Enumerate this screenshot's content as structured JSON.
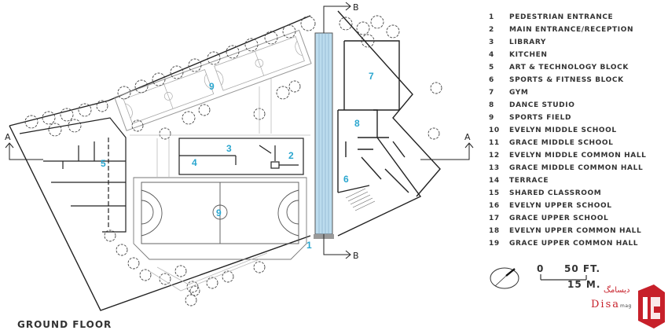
{
  "plan": {
    "title": "GROUND FLOOR",
    "section_markers": [
      "A",
      "A",
      "B",
      "B"
    ],
    "room_labels": [
      {
        "id": "pedestrian-entrance",
        "text": "1"
      },
      {
        "id": "main-entrance",
        "text": "2"
      },
      {
        "id": "library",
        "text": "3"
      },
      {
        "id": "kitchen",
        "text": "4"
      },
      {
        "id": "art-technology",
        "text": "5"
      },
      {
        "id": "sports-fitness",
        "text": "6"
      },
      {
        "id": "gym",
        "text": "7"
      },
      {
        "id": "dance-studio",
        "text": "8"
      },
      {
        "id": "sports-field-upper",
        "text": "9"
      },
      {
        "id": "sports-field-lower",
        "text": "9"
      }
    ],
    "accent_color": "#2aa6cf",
    "pool_color": "#bcdcee"
  },
  "legend": [
    {
      "num": "1",
      "label": "PEDESTRIAN ENTRANCE"
    },
    {
      "num": "2",
      "label": "MAIN ENTRANCE/RECEPTION"
    },
    {
      "num": "3",
      "label": "LIBRARY"
    },
    {
      "num": "4",
      "label": "KITCHEN"
    },
    {
      "num": "5",
      "label": "ART & TECHNOLOGY BLOCK"
    },
    {
      "num": "6",
      "label": "SPORTS & FITNESS BLOCK"
    },
    {
      "num": "7",
      "label": "GYM"
    },
    {
      "num": "8",
      "label": "DANCE STUDIO"
    },
    {
      "num": "9",
      "label": "SPORTS FIELD"
    },
    {
      "num": "10",
      "label": "EVELYN MIDDLE SCHOOL"
    },
    {
      "num": "11",
      "label": "GRACE MIDDLE SCHOOL"
    },
    {
      "num": "12",
      "label": "EVELYN MIDDLE COMMON HALL"
    },
    {
      "num": "13",
      "label": "GRACE MIDDLE COMMON HALL"
    },
    {
      "num": "14",
      "label": "TERRACE"
    },
    {
      "num": "15",
      "label": "SHARED CLASSROOM"
    },
    {
      "num": "16",
      "label": "EVELYN UPPER SCHOOL"
    },
    {
      "num": "17",
      "label": "GRACE UPPER SCHOOL"
    },
    {
      "num": "18",
      "label": "EVELYN UPPER COMMON HALL"
    },
    {
      "num": "19",
      "label": "GRACE UPPER COMMON HALL"
    }
  ],
  "scale": {
    "zero": "0",
    "feet": "50 FT.",
    "meters": "15 M."
  },
  "watermark": {
    "brand": "Disa",
    "suffix": "mag",
    "persian": "دیسامگ",
    "mark": "ISA",
    "color": "#c7202a"
  }
}
